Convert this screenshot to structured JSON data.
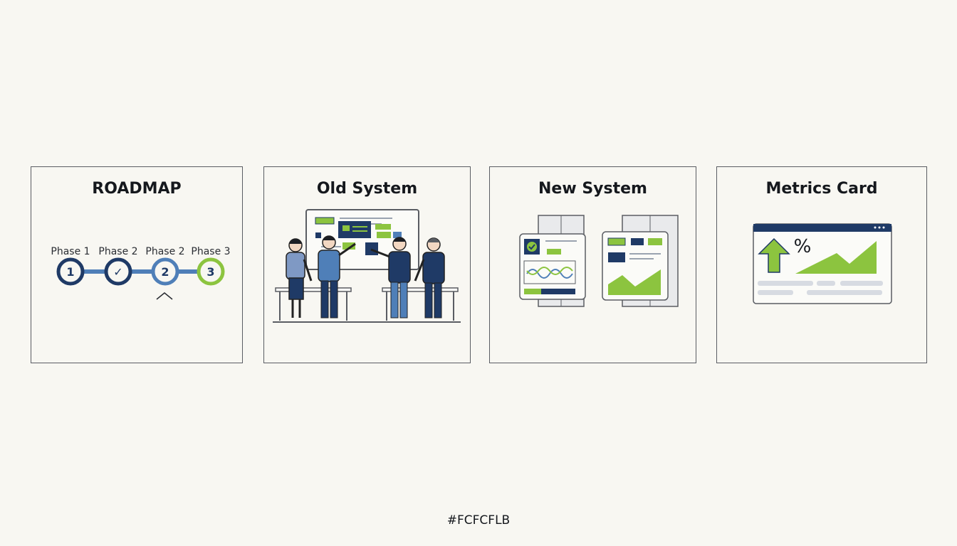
{
  "panels": [
    {
      "title": "ROADMAP",
      "phases": [
        {
          "label": "Phase 1",
          "marker": "1",
          "state": "done"
        },
        {
          "label": "Phase 2",
          "marker": "✓",
          "state": "complete"
        },
        {
          "label": "Phase 2",
          "marker": "2",
          "state": "current"
        },
        {
          "label": "Phase 3",
          "marker": "3",
          "state": "upcoming"
        }
      ]
    },
    {
      "title": "Old System"
    },
    {
      "title": "New System"
    },
    {
      "title": "Metrics Card",
      "symbol": "%"
    }
  ],
  "footer": "#FCFCFLB",
  "colors": {
    "navy": "#1f3a66",
    "blue": "#4f7fb8",
    "green": "#8cc43f",
    "background": "#f8f7f2"
  }
}
